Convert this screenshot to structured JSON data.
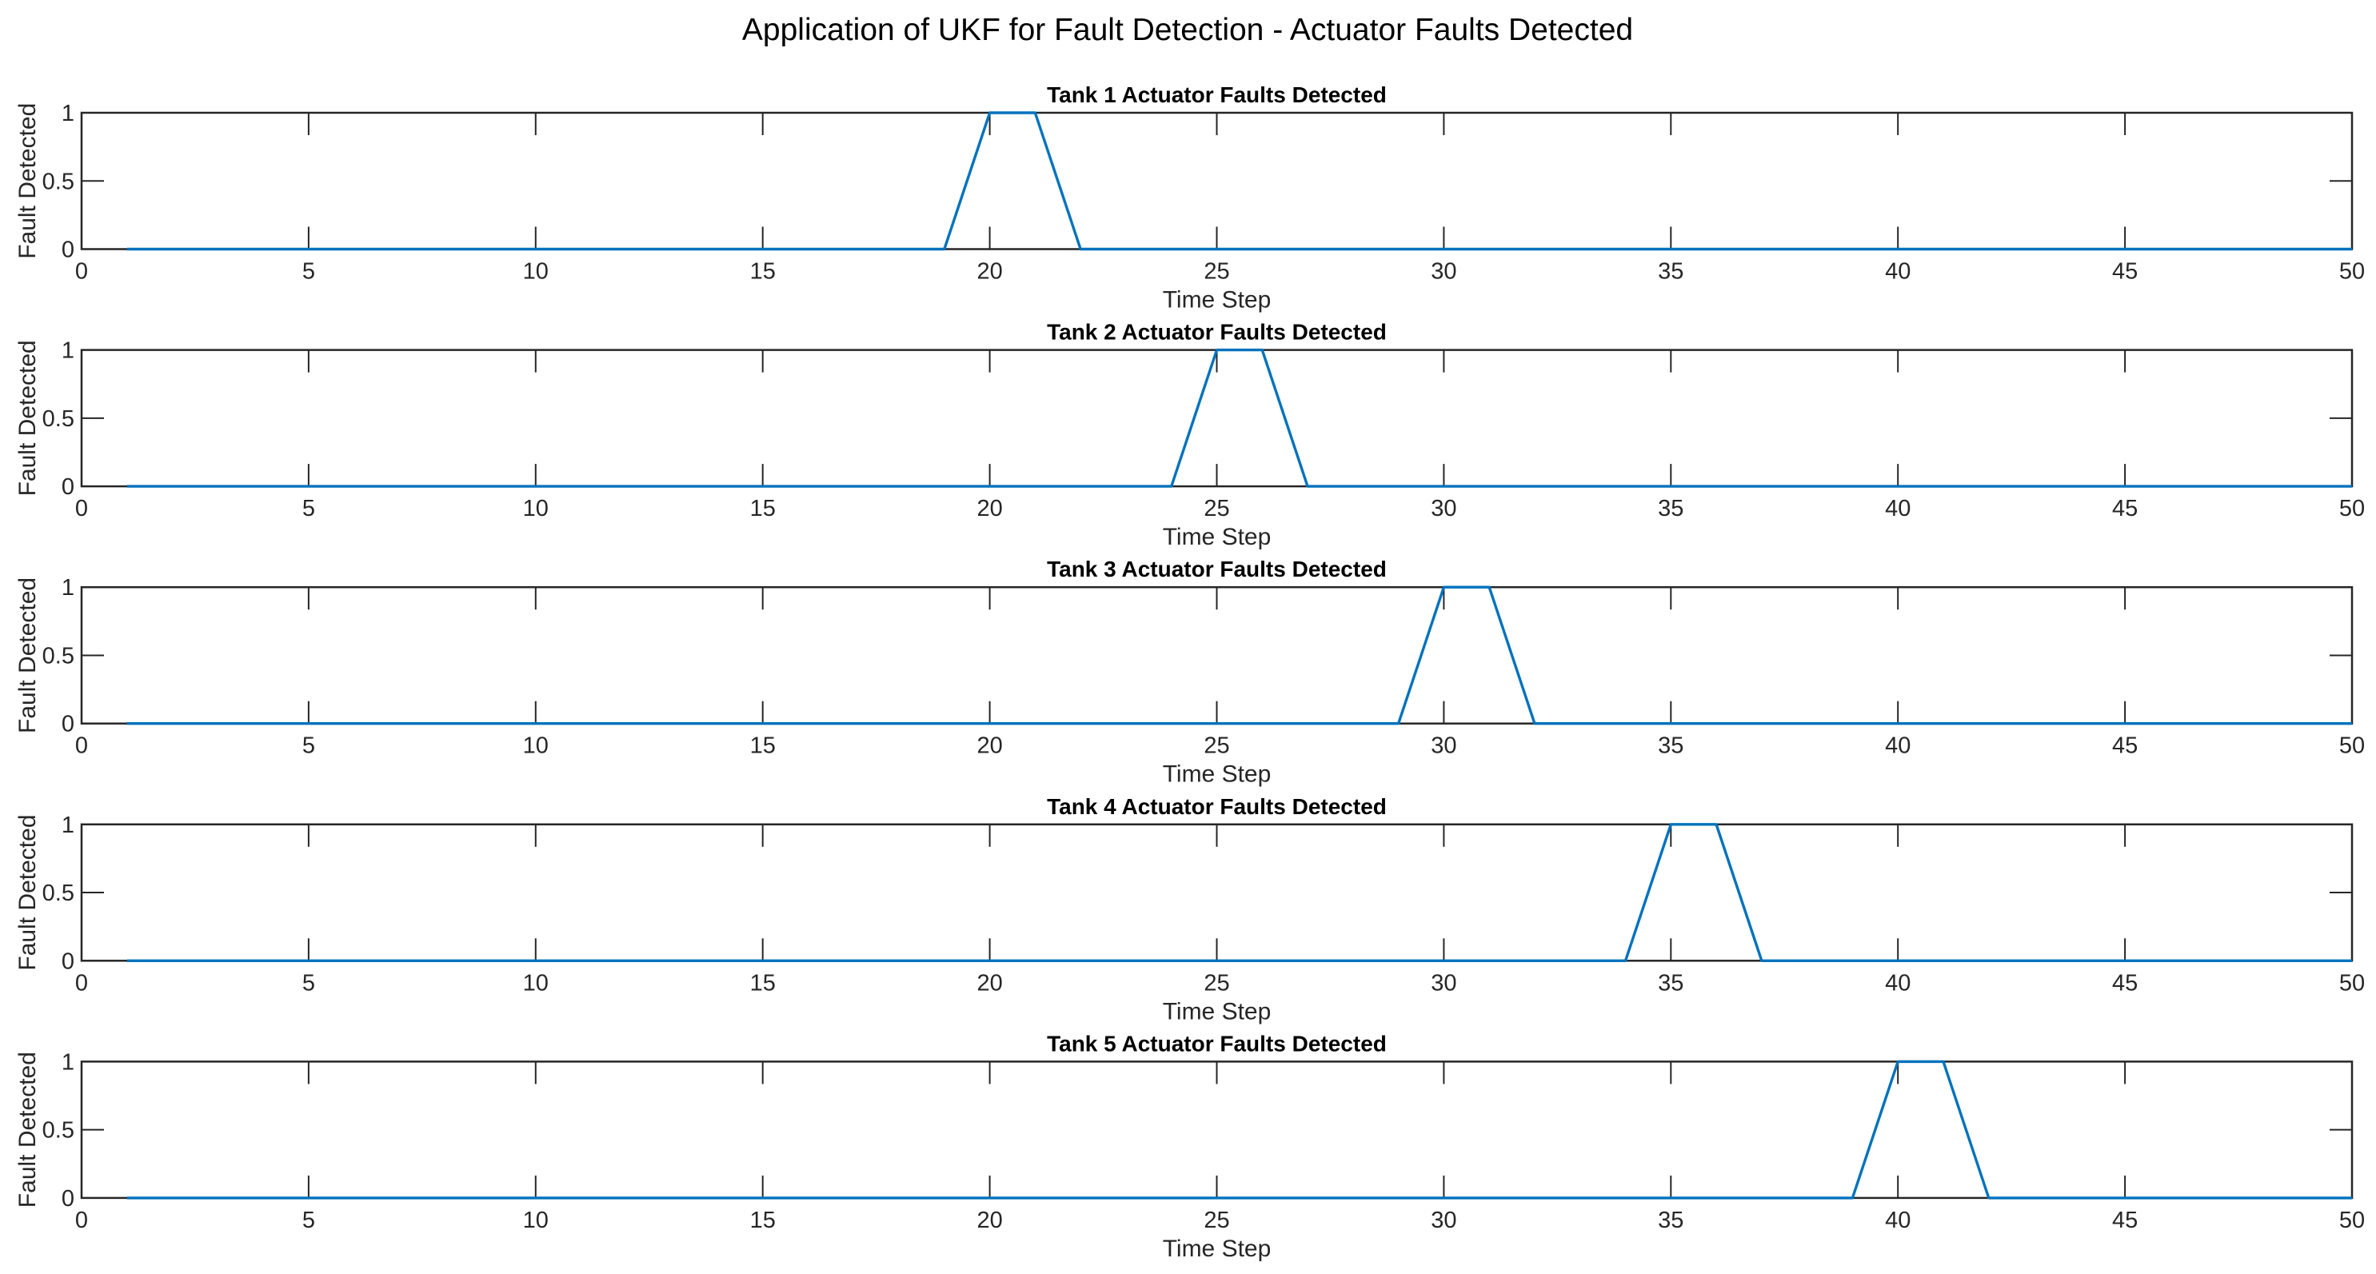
{
  "figure": {
    "title": "Application of UKF for Fault Detection - Actuator Faults Detected"
  },
  "colors": {
    "line": "#0072BD",
    "axis": "#262626",
    "title_text": "#000000"
  },
  "chart_data": [
    {
      "type": "line",
      "title": "Tank 1 Actuator Faults Detected",
      "xlabel": "Time Step",
      "ylabel": "Fault Detected",
      "xlim": [
        0,
        50
      ],
      "ylim": [
        0,
        1
      ],
      "xticks": [
        0,
        5,
        10,
        15,
        20,
        25,
        30,
        35,
        40,
        45,
        50
      ],
      "xtick_labels": [
        "0",
        "5",
        "10",
        "15",
        "20",
        "25",
        "30",
        "35",
        "40",
        "45",
        "50"
      ],
      "yticks": [
        0,
        0.5,
        1
      ],
      "ytick_labels": [
        "0",
        "0.5",
        "1"
      ],
      "grid": false,
      "x_range": [
        1,
        50
      ],
      "fault_steps": [
        20,
        21
      ],
      "points": [
        [
          1,
          0
        ],
        [
          19,
          0
        ],
        [
          20,
          1
        ],
        [
          21,
          1
        ],
        [
          22,
          0
        ],
        [
          50,
          0
        ]
      ]
    },
    {
      "type": "line",
      "title": "Tank 2 Actuator Faults Detected",
      "xlabel": "Time Step",
      "ylabel": "Fault Detected",
      "xlim": [
        0,
        50
      ],
      "ylim": [
        0,
        1
      ],
      "xticks": [
        0,
        5,
        10,
        15,
        20,
        25,
        30,
        35,
        40,
        45,
        50
      ],
      "xtick_labels": [
        "0",
        "5",
        "10",
        "15",
        "20",
        "25",
        "30",
        "35",
        "40",
        "45",
        "50"
      ],
      "yticks": [
        0,
        0.5,
        1
      ],
      "ytick_labels": [
        "0",
        "0.5",
        "1"
      ],
      "grid": false,
      "x_range": [
        1,
        50
      ],
      "fault_steps": [
        25,
        26
      ],
      "points": [
        [
          1,
          0
        ],
        [
          24,
          0
        ],
        [
          25,
          1
        ],
        [
          26,
          1
        ],
        [
          27,
          0
        ],
        [
          50,
          0
        ]
      ]
    },
    {
      "type": "line",
      "title": "Tank 3 Actuator Faults Detected",
      "xlabel": "Time Step",
      "ylabel": "Fault Detected",
      "xlim": [
        0,
        50
      ],
      "ylim": [
        0,
        1
      ],
      "xticks": [
        0,
        5,
        10,
        15,
        20,
        25,
        30,
        35,
        40,
        45,
        50
      ],
      "xtick_labels": [
        "0",
        "5",
        "10",
        "15",
        "20",
        "25",
        "30",
        "35",
        "40",
        "45",
        "50"
      ],
      "yticks": [
        0,
        0.5,
        1
      ],
      "ytick_labels": [
        "0",
        "0.5",
        "1"
      ],
      "grid": false,
      "x_range": [
        1,
        50
      ],
      "fault_steps": [
        30,
        31
      ],
      "points": [
        [
          1,
          0
        ],
        [
          29,
          0
        ],
        [
          30,
          1
        ],
        [
          31,
          1
        ],
        [
          32,
          0
        ],
        [
          50,
          0
        ]
      ]
    },
    {
      "type": "line",
      "title": "Tank 4 Actuator Faults Detected",
      "xlabel": "Time Step",
      "ylabel": "Fault Detected",
      "xlim": [
        0,
        50
      ],
      "ylim": [
        0,
        1
      ],
      "xticks": [
        0,
        5,
        10,
        15,
        20,
        25,
        30,
        35,
        40,
        45,
        50
      ],
      "xtick_labels": [
        "0",
        "5",
        "10",
        "15",
        "20",
        "25",
        "30",
        "35",
        "40",
        "45",
        "50"
      ],
      "yticks": [
        0,
        0.5,
        1
      ],
      "ytick_labels": [
        "0",
        "0.5",
        "1"
      ],
      "grid": false,
      "x_range": [
        1,
        50
      ],
      "fault_steps": [
        35,
        36
      ],
      "points": [
        [
          1,
          0
        ],
        [
          34,
          0
        ],
        [
          35,
          1
        ],
        [
          36,
          1
        ],
        [
          37,
          0
        ],
        [
          50,
          0
        ]
      ]
    },
    {
      "type": "line",
      "title": "Tank 5 Actuator Faults Detected",
      "xlabel": "Time Step",
      "ylabel": "Fault Detected",
      "xlim": [
        0,
        50
      ],
      "ylim": [
        0,
        1
      ],
      "xticks": [
        0,
        5,
        10,
        15,
        20,
        25,
        30,
        35,
        40,
        45,
        50
      ],
      "xtick_labels": [
        "0",
        "5",
        "10",
        "15",
        "20",
        "25",
        "30",
        "35",
        "40",
        "45",
        "50"
      ],
      "yticks": [
        0,
        0.5,
        1
      ],
      "ytick_labels": [
        "0",
        "0.5",
        "1"
      ],
      "grid": false,
      "x_range": [
        1,
        50
      ],
      "fault_steps": [
        40,
        41
      ],
      "points": [
        [
          1,
          0
        ],
        [
          39,
          0
        ],
        [
          40,
          1
        ],
        [
          41,
          1
        ],
        [
          42,
          0
        ],
        [
          50,
          0
        ]
      ]
    }
  ]
}
